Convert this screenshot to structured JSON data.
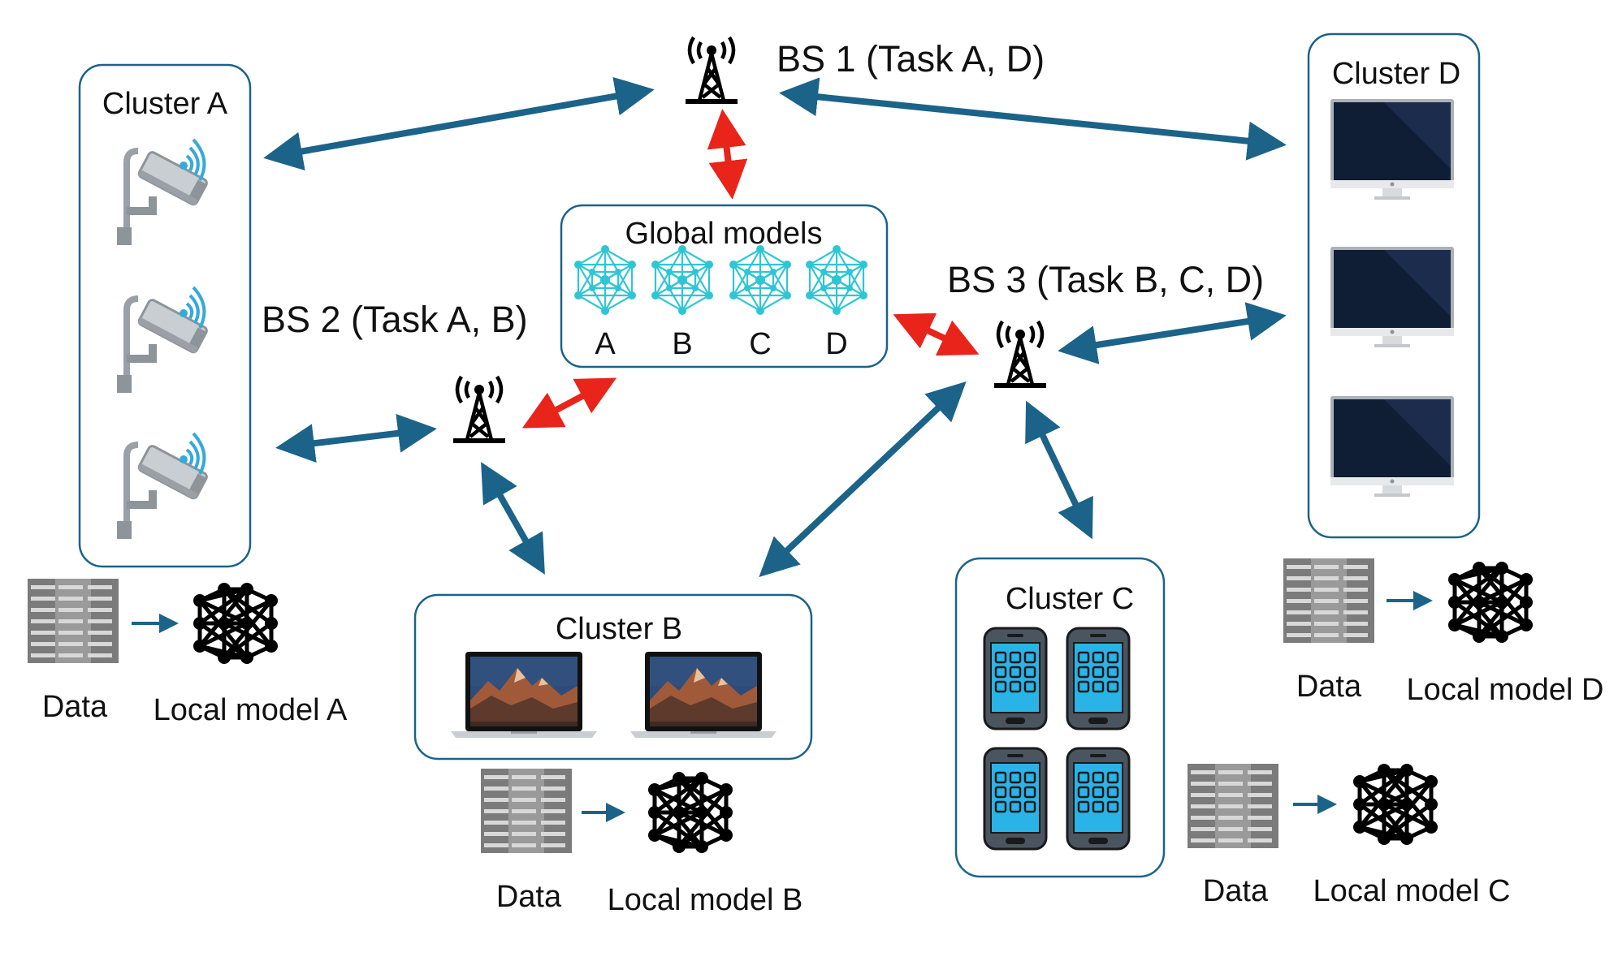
{
  "colors": {
    "link": "#1b6388",
    "global_link": "#e8241b",
    "cluster_border": "#1b6388",
    "device_cyan": "#36a9d8",
    "net_cyan": "#2fc6d4"
  },
  "base_stations": [
    {
      "id": "bs1",
      "label": "BS 1 (Task A, D)"
    },
    {
      "id": "bs2",
      "label": "BS 2 (Task A, B)"
    },
    {
      "id": "bs3",
      "label": "BS 3 (Task B, C, D)"
    }
  ],
  "global_models": {
    "title": "Global models",
    "labels": [
      "A",
      "B",
      "C",
      "D"
    ]
  },
  "clusters": [
    {
      "id": "A",
      "title": "Cluster A",
      "device": "security-camera",
      "data_label": "Data",
      "model_label": "Local model A"
    },
    {
      "id": "B",
      "title": "Cluster B",
      "device": "laptop",
      "data_label": "Data",
      "model_label": "Local model B"
    },
    {
      "id": "C",
      "title": "Cluster C",
      "device": "smartphone",
      "data_label": "Data",
      "model_label": "Local model C"
    },
    {
      "id": "D",
      "title": "Cluster D",
      "device": "desktop-monitor",
      "data_label": "Data",
      "model_label": "Local model D"
    }
  ],
  "icons": [
    "antenna-tower-icon",
    "server-rack-icon",
    "neural-network-icon",
    "security-camera-icon",
    "laptop-icon",
    "smartphone-icon",
    "monitor-icon"
  ]
}
